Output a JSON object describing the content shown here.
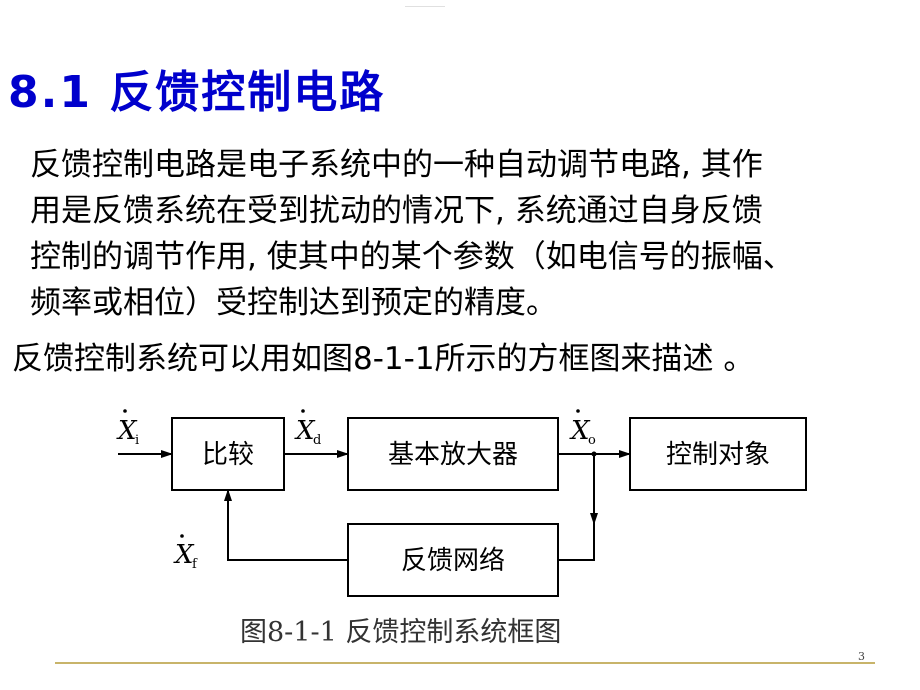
{
  "slide": {
    "title": "8.1 反馈控制电路",
    "paragraph_lines": [
      "反馈控制电路是电子系统中的一种自动调节电路, 其作",
      "用是反馈系统在受到扰动的情况下, 系统通过自身反馈",
      "控制的调节作用, 使其中的某个参数（如电信号的振幅、",
      "频率或相位）受控制达到预定的精度。"
    ],
    "intro_line": "反馈控制系统可以用如图8-1-1所示的方框图来描述 。",
    "page_number": "3"
  },
  "diagram": {
    "blocks": {
      "compare": "比较",
      "amplifier": "基本放大器",
      "plant": "控制对象",
      "feedback": "反馈网络"
    },
    "signals": {
      "xi": {
        "base": "X",
        "sub": "i"
      },
      "xd": {
        "base": "X",
        "sub": "d"
      },
      "xo": {
        "base": "X",
        "sub": "o"
      },
      "xf": {
        "base": "X",
        "sub": "f"
      }
    },
    "caption": "图8-1-1  反馈控制系统框图"
  },
  "colors": {
    "title": "#0000cc",
    "footer_rule": "#c8b46a"
  }
}
